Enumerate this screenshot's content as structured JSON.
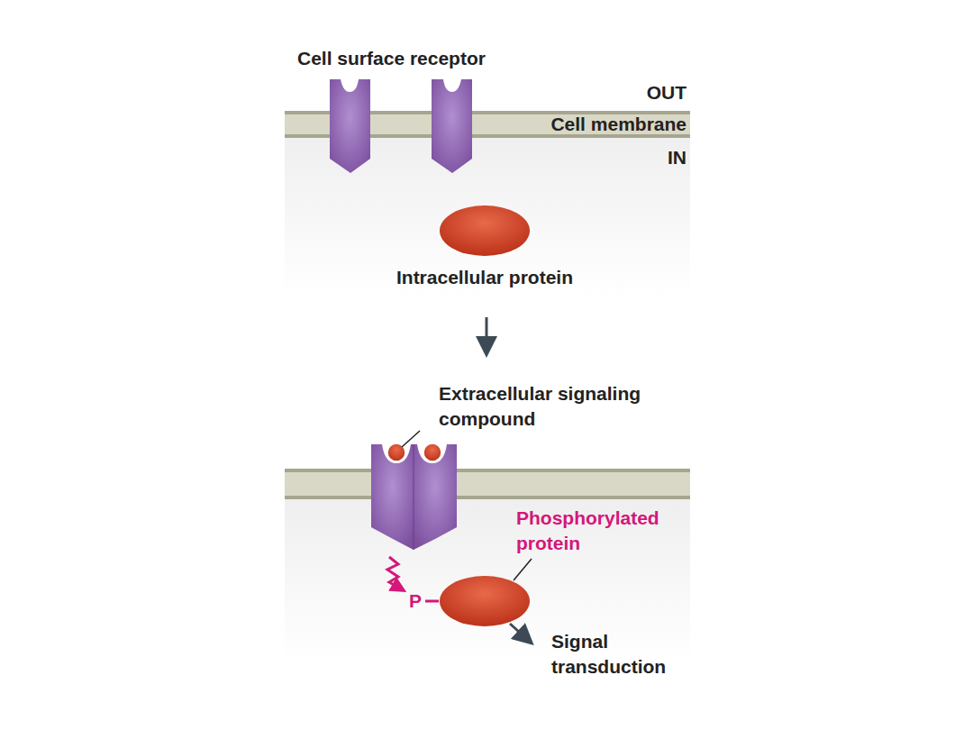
{
  "diagram": {
    "nodes": [
      {
        "text": [
          "Cell membrane"
        ]
      }
    ],
    "labels": [
      "Cell surface receptor",
      "OUT",
      "IN",
      "Intracellular protein",
      "Extracellular signaling compound",
      "Phosphorylated protein",
      "P",
      "Signal transduction"
    ]
  }
}
